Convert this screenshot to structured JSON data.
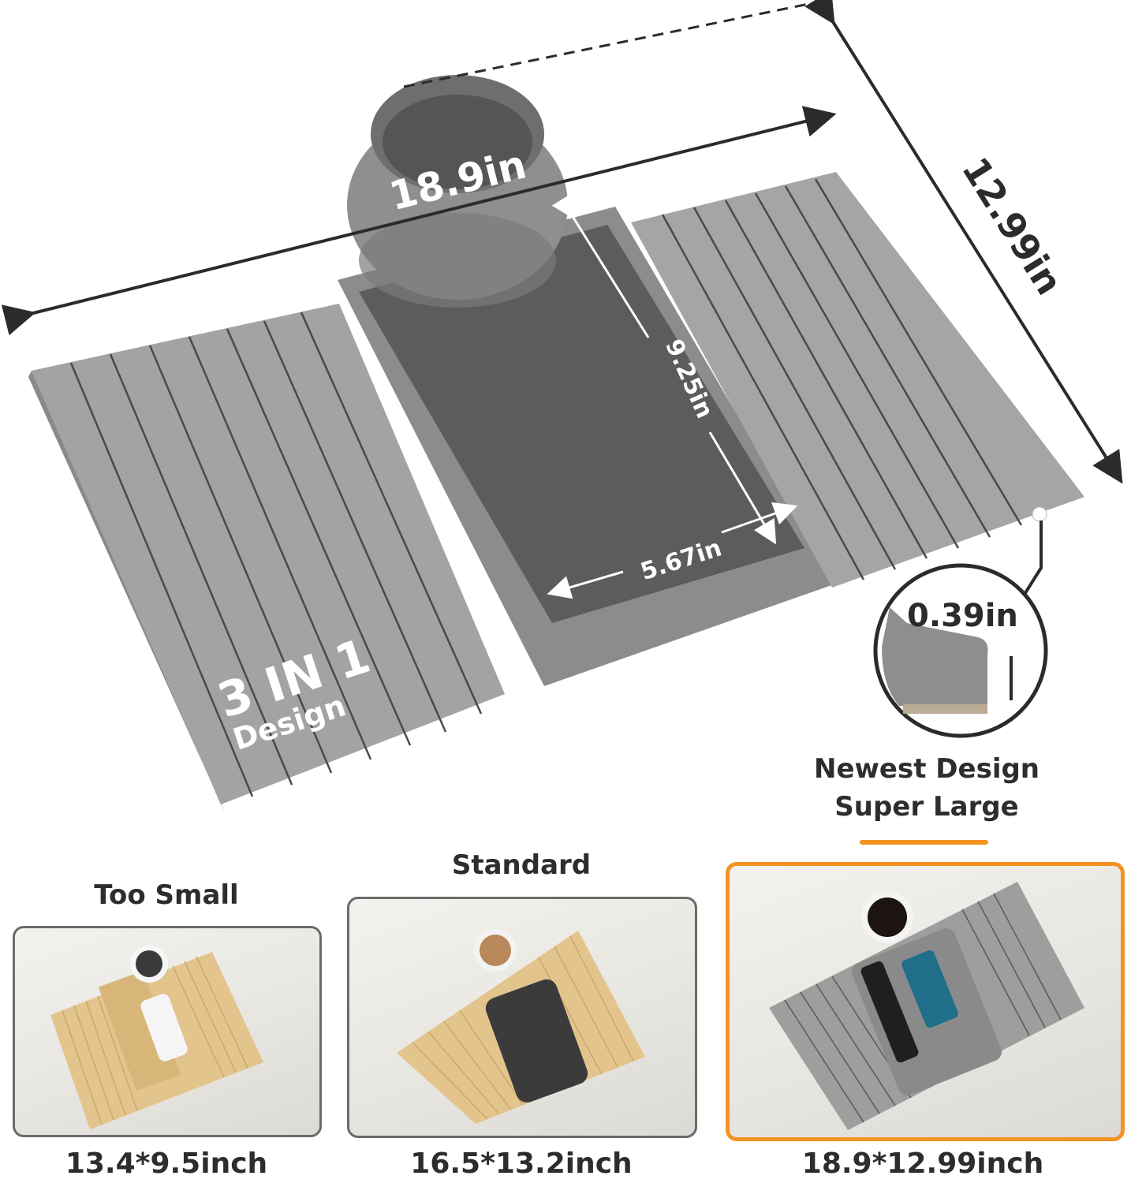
{
  "hero": {
    "length_label": "18.9in",
    "width_label": "12.99in",
    "tray_length_label": "9.25in",
    "tray_width_label": "5.67in",
    "thickness_label": "0.39in",
    "feature_title": "3 IN 1",
    "feature_subtitle": "Design",
    "callout_line1": "Newest Design",
    "callout_line2": "Super Large"
  },
  "comparison": [
    {
      "title": "Too Small",
      "size": "13.4*9.5inch",
      "material": "bamboo",
      "highlighted": false
    },
    {
      "title": "Standard",
      "size": "16.5*13.2inch",
      "material": "bamboo",
      "highlighted": false
    },
    {
      "title": "",
      "size": "18.9*12.99inch",
      "material": "gray-silicone",
      "highlighted": true
    }
  ],
  "colors": {
    "accent_orange": "#f39322",
    "tray_gray": "#9d9d9d",
    "tray_dark": "#5e5e5e",
    "bamboo": "#e3c48d",
    "text_dark": "#2d2d2d"
  }
}
